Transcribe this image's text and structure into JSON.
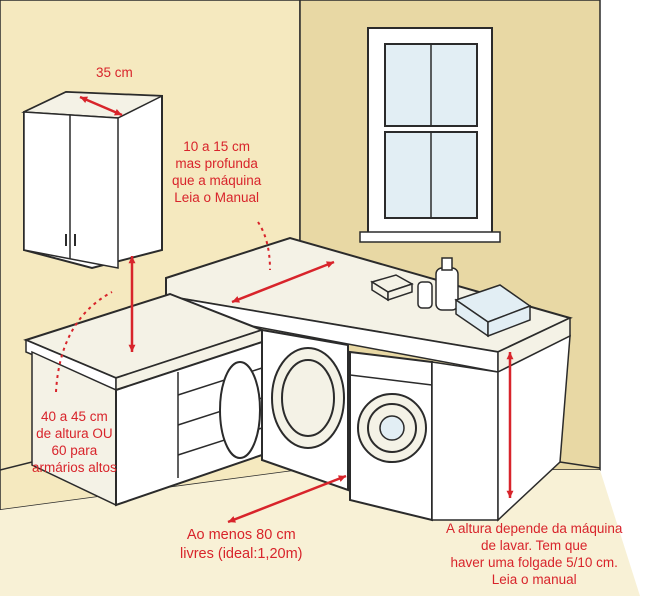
{
  "colors": {
    "wall": "#f5e9bf",
    "wall_shade": "#e8d8a4",
    "floor": "#f8f1d6",
    "outline": "#2b2b2b",
    "cabinet": "#ffffff",
    "counter": "#f4f2e6",
    "annotation": "#d8242b",
    "window_glass": "#e2eef4"
  },
  "annotations": {
    "cabinet_depth": "35 cm",
    "counter_depth": [
      "10 a 15 cm",
      "mas profunda",
      "que a máquina",
      "Leia o Manual"
    ],
    "cabinet_height": [
      "40 a 45 cm",
      "de altura OU",
      "60 para",
      "armários altos"
    ],
    "floor_space": [
      "Ao menos 80 cm",
      "livres (ideal:1,20m)"
    ],
    "counter_height": [
      "A altura depende da máquina",
      "de lavar. Tem que",
      "haver uma folgade 5/10 cm.",
      "Leia o manual"
    ]
  },
  "icons": {
    "wall_cabinet": "wall-cabinet-icon",
    "washer_front": "front-load-washer-icon",
    "washer_side": "side-washer-icon",
    "window": "window-icon",
    "bottle": "detergent-bottle-icon",
    "basket": "laundry-basket-icon"
  }
}
